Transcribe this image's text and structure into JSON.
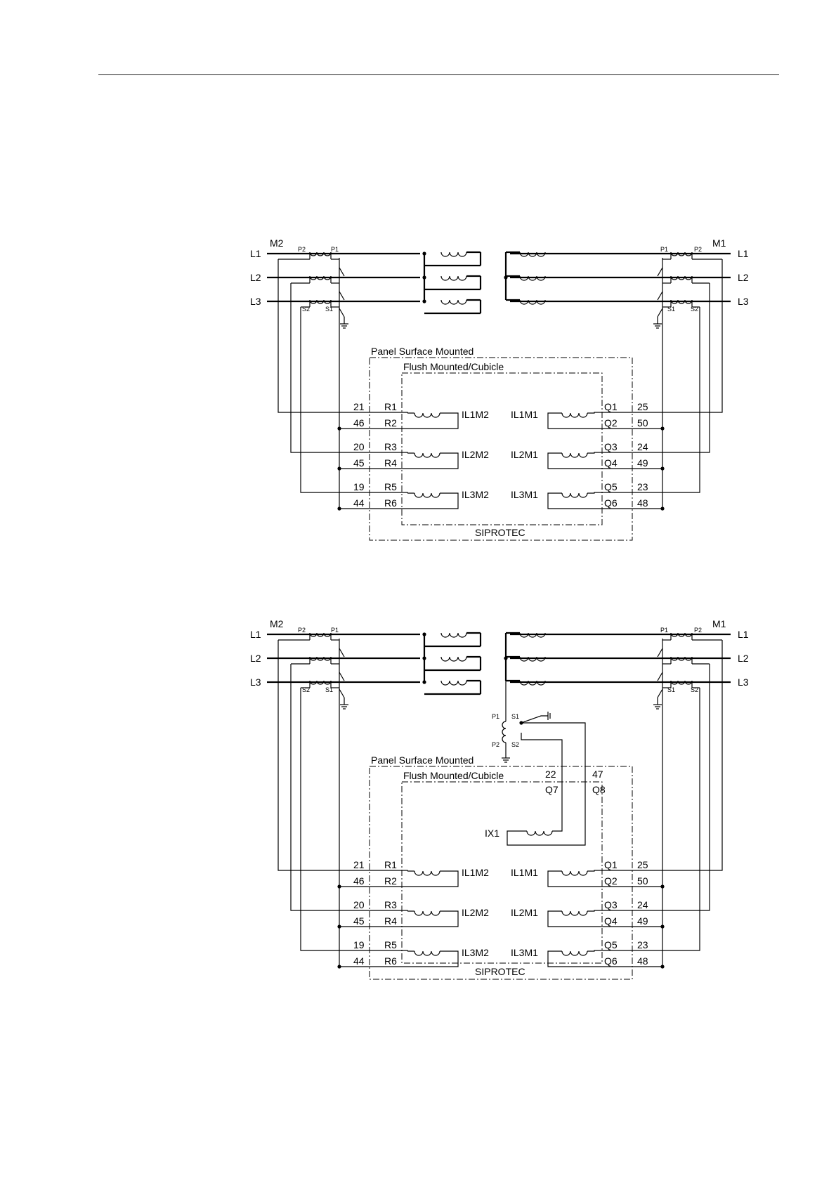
{
  "diagrams": [
    {
      "id": "without-ix1",
      "side_left": {
        "label": "M2",
        "ct_p2": "P2",
        "ct_p1": "P1",
        "ct_s2": "S2",
        "ct_s1": "S1"
      },
      "side_right": {
        "label": "M1",
        "ct_p1": "P1",
        "ct_p2": "P2",
        "ct_s1": "S1",
        "ct_s2": "S2"
      },
      "phases": [
        "L1",
        "L2",
        "L3"
      ],
      "panel_label": "Panel Surface Mounted",
      "flush_label": "Flush Mounted/Cubicle",
      "device_label": "SIPROTEC",
      "terminals_left": [
        {
          "num": "21",
          "term": "R1",
          "input": "IL1M2"
        },
        {
          "num": "46",
          "term": "R2"
        },
        {
          "num": "20",
          "term": "R3",
          "input": "IL2M2"
        },
        {
          "num": "45",
          "term": "R4"
        },
        {
          "num": "19",
          "term": "R5",
          "input": "IL3M2"
        },
        {
          "num": "44",
          "term": "R6"
        }
      ],
      "terminals_right": [
        {
          "num": "25",
          "term": "Q1",
          "input": "IL1M1"
        },
        {
          "num": "50",
          "term": "Q2"
        },
        {
          "num": "24",
          "term": "Q3",
          "input": "IL2M1"
        },
        {
          "num": "49",
          "term": "Q4"
        },
        {
          "num": "23",
          "term": "Q5",
          "input": "IL3M1"
        },
        {
          "num": "48",
          "term": "Q6"
        }
      ]
    },
    {
      "id": "with-ix1",
      "side_left": {
        "label": "M2",
        "ct_p2": "P2",
        "ct_p1": "P1",
        "ct_s2": "S2",
        "ct_s1": "S1"
      },
      "side_right": {
        "label": "M1",
        "ct_p1": "P1",
        "ct_p2": "P2",
        "ct_s1": "S1",
        "ct_s2": "S2"
      },
      "phases": [
        "L1",
        "L2",
        "L3"
      ],
      "panel_label": "Panel Surface Mounted",
      "flush_label": "Flush Mounted/Cubicle",
      "device_label": "SIPROTEC",
      "neutral_ct": {
        "p1": "P1",
        "s1": "S1",
        "p2": "P2",
        "s2": "S2"
      },
      "aux_input": {
        "label": "IX1",
        "num_a": "22",
        "term_a": "Q7",
        "num_b": "47",
        "term_b": "Q8"
      },
      "terminals_left": [
        {
          "num": "21",
          "term": "R1",
          "input": "IL1M2"
        },
        {
          "num": "46",
          "term": "R2"
        },
        {
          "num": "20",
          "term": "R3",
          "input": "IL2M2"
        },
        {
          "num": "45",
          "term": "R4"
        },
        {
          "num": "19",
          "term": "R5",
          "input": "IL3M2"
        },
        {
          "num": "44",
          "term": "R6"
        }
      ],
      "terminals_right": [
        {
          "num": "25",
          "term": "Q1",
          "input": "IL1M1"
        },
        {
          "num": "50",
          "term": "Q2"
        },
        {
          "num": "24",
          "term": "Q3",
          "input": "IL2M1"
        },
        {
          "num": "49",
          "term": "Q4"
        },
        {
          "num": "23",
          "term": "Q5",
          "input": "IL3M1"
        },
        {
          "num": "48",
          "term": "Q6"
        }
      ]
    }
  ]
}
